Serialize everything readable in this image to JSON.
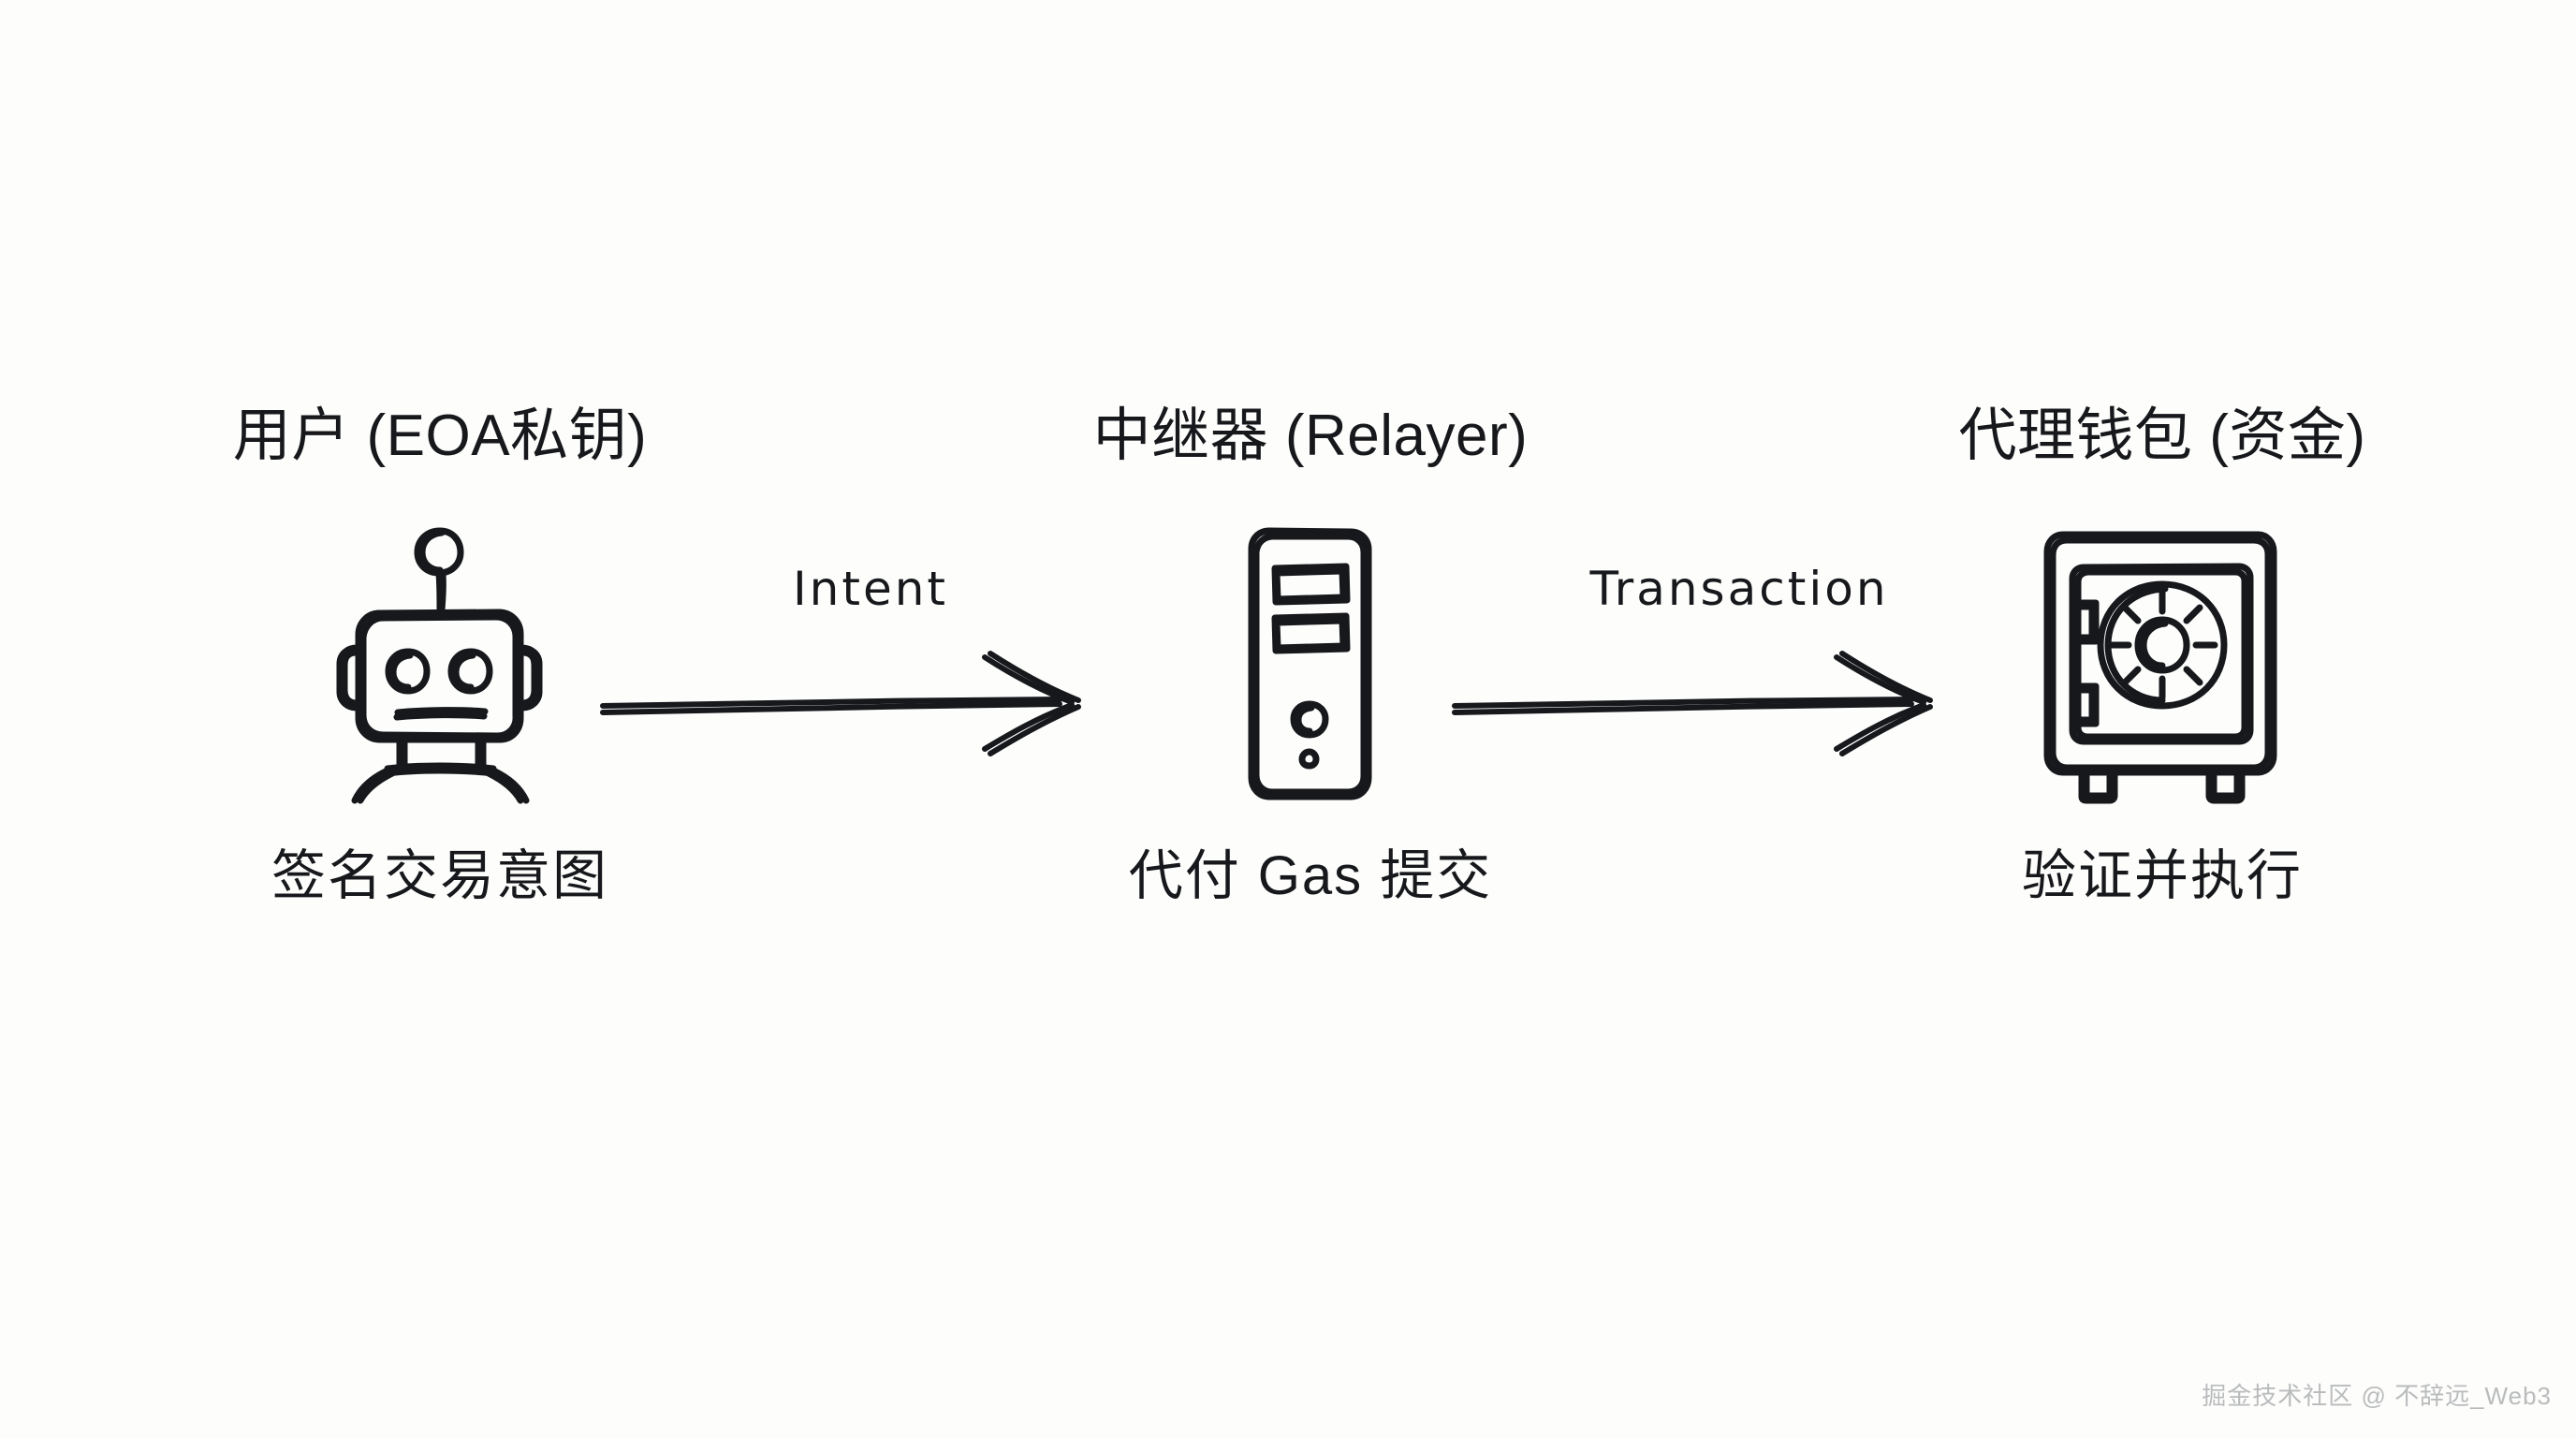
{
  "canvas": {
    "background_color": "#fdfdfb",
    "ink_color": "#16181c",
    "watermark_color": "#b9bbbd"
  },
  "diagram": {
    "type": "flow",
    "direction": "left-to-right",
    "nodes": [
      {
        "id": "user",
        "title": "用户 (EOA私钥)",
        "icon": "robot-icon",
        "caption": "签名交易意图"
      },
      {
        "id": "relayer",
        "title": "中继器 (Relayer)",
        "icon": "server-tower-icon",
        "caption": "代付 Gas 提交"
      },
      {
        "id": "wallet",
        "title": "代理钱包 (资金)",
        "icon": "safe-vault-icon",
        "caption": "验证并执行"
      }
    ],
    "edges": [
      {
        "id": "edge-intent",
        "from": "user",
        "to": "relayer",
        "label": "Intent"
      },
      {
        "id": "edge-transaction",
        "from": "relayer",
        "to": "wallet",
        "label": "Transaction"
      }
    ]
  },
  "watermark": {
    "text": "掘金技术社区 @ 不辞远_Web3"
  }
}
